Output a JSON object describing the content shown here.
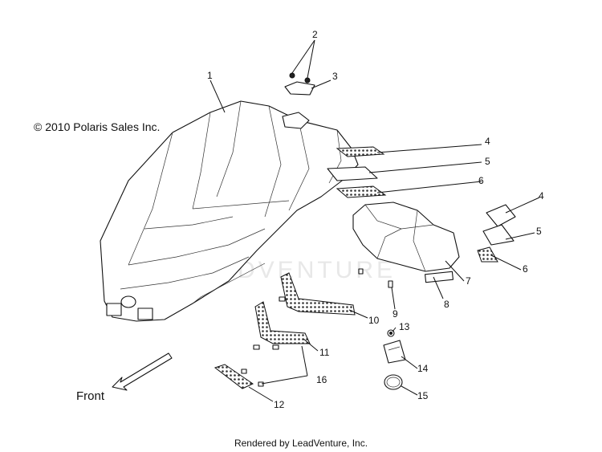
{
  "copyright": "© 2010 Polaris Sales Inc.",
  "front_label": "Front",
  "footer": "Rendered by LeadVenture, Inc.",
  "watermark": "ADVENTURE",
  "callouts": [
    "1",
    "2",
    "3",
    "4",
    "5",
    "6",
    "4",
    "5",
    "6",
    "7",
    "8",
    "9",
    "10",
    "11",
    "12",
    "13",
    "14",
    "15",
    "16"
  ]
}
